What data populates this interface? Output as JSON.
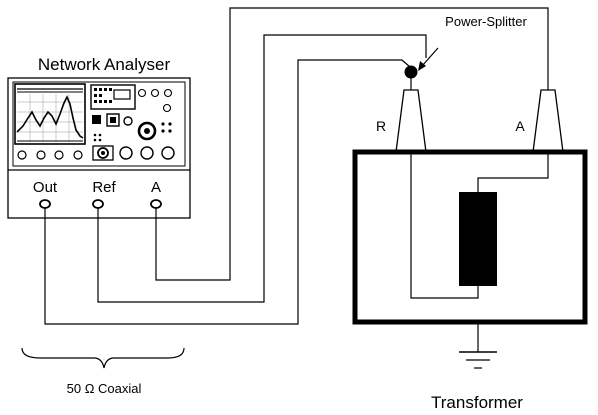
{
  "labels": {
    "network_analyser": "Network Analyser",
    "power_splitter": "Power-Splitter",
    "port_out": "Out",
    "port_ref": "Ref",
    "port_a": "A",
    "bushing_r": "R",
    "bushing_a": "A",
    "coax_prefix": "50 ",
    "coax_omega": "Ω",
    "coax_suffix": " Coaxial",
    "transformer": "Transformer"
  },
  "colors": {
    "stroke": "#000000",
    "winding": "#000000",
    "background": "#ffffff"
  }
}
